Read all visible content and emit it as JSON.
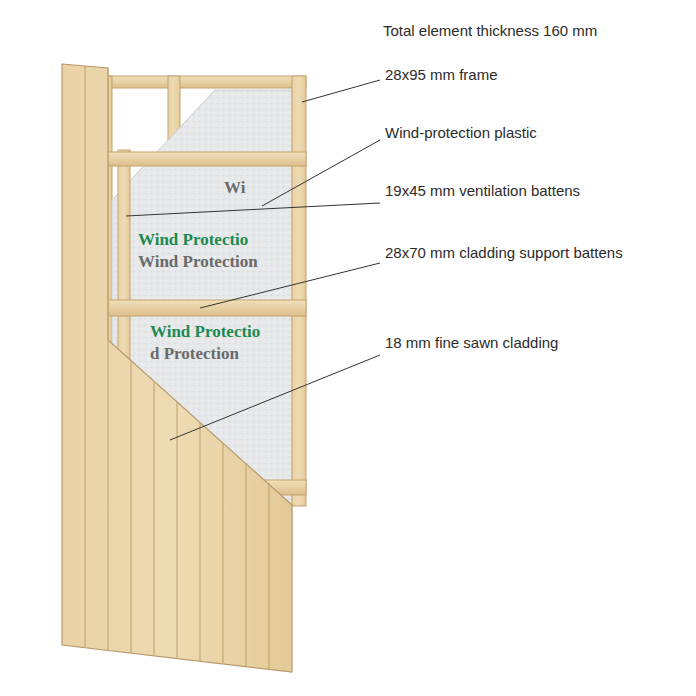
{
  "diagram": {
    "title": "Total element thickness 160 mm",
    "labels": [
      "28x95 mm frame",
      "Wind-protection plastic",
      "19x45 mm ventilation battens",
      "28x70 mm cladding support battens",
      "18 mm fine sawn cladding",
      "Wi",
      "Wind Protectio",
      "Wind Protection",
      "Wind Protectio",
      "d Protection"
    ]
  }
}
